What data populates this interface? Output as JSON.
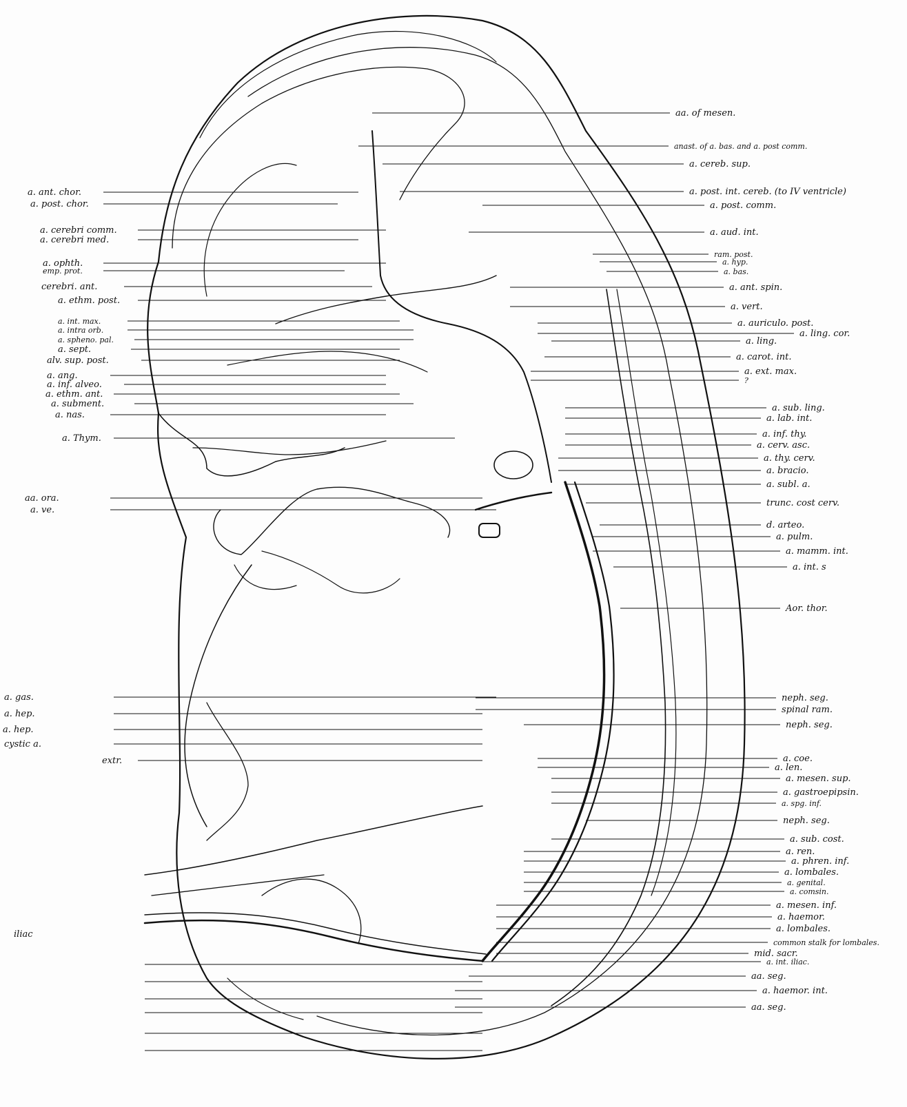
{
  "figure": {
    "type": "anatomical drawing of an embryo showing the arterial system",
    "left_labels": [
      "a. ant. chor.",
      "a. post. chor.",
      "a. cerebri comm.",
      "a. cerebri med.",
      "a. ophth.",
      "emp. prot.",
      "cerebri. ant.",
      "a. ethm. post.",
      "a. int. max.",
      "a. intra orb.",
      "a. spheno. pal.",
      "a. sept.",
      "alv. sup. post.",
      "a. ang.",
      "a. inf. alveo.",
      "a. ethm. ant.",
      "a. subment.",
      "a. nas.",
      "a. Thym.",
      "aa. ora.",
      "a. ve.",
      "a. gas.",
      "a. hep.",
      "a. hep.",
      "cystic a.",
      "extr.",
      "iliac"
    ],
    "right_labels": [
      "aa. of mesen.",
      "anast. of a. bas. and a. post comm.",
      "a. cereb. sup.",
      "a. post. int. cereb. (to IV ventricle)",
      "a. post. comm.",
      "a. aud. int.",
      "ram. post.",
      "a. hyp.",
      "a. bas.",
      "a. ant. spin.",
      "a. vert.",
      "a. auriculo. post.",
      "a. ling. cor.",
      "a. ling.",
      "a. carot. int.",
      "a. ext. max.",
      "?",
      "a. sub. ling.",
      "a. lab. int.",
      "a. inf. thy.",
      "a. cerv. asc.",
      "a. thy. cerv.",
      "a. bracio.",
      "a. subl. a.",
      "trunc. cost cerv.",
      "d. arteo.",
      "a. pulm.",
      "a. mamm. int.",
      "a. int. s",
      "Aor. thor.",
      "neph. seg.",
      "spinal ram.",
      "neph. seg.",
      "a. coe.",
      "a. len.",
      "a. mesen. sup.",
      "a. gastroepipsin.",
      "a. spg. inf.",
      "neph. seg.",
      "a. sub. cost.",
      "a. ren.",
      "a. phren. inf.",
      "a. lombales.",
      "a. genital.",
      "a. comsin.",
      "a. mesen. inf.",
      "a. haemor.",
      "a. lombales.",
      "common stalk for lombales.",
      "mid. sacr.",
      "a. int. iliac.",
      "aa. seg.",
      "a. haemor. int.",
      "aa. seg."
    ]
  }
}
